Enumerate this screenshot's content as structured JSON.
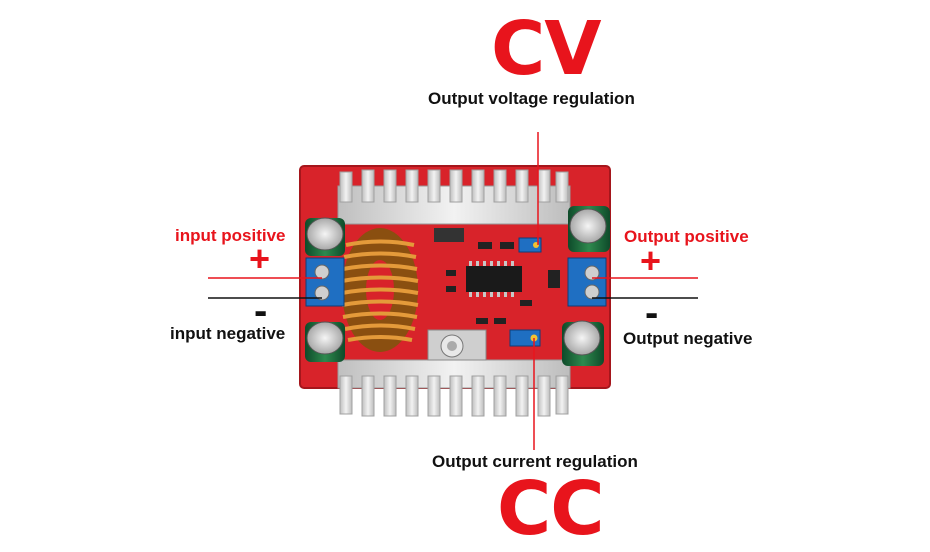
{
  "labels": {
    "cv": "CV",
    "cv_caption": "Output voltage regulation",
    "cc": "CC",
    "cc_caption": "Output current regulation",
    "input_positive": "input positive",
    "input_negative": "input negative",
    "output_positive": "Output positive",
    "output_negative": "Output negative",
    "plus_sign": "+",
    "minus_sign": "-"
  },
  "colors": {
    "accent_red": "#e8141c",
    "board_red": "#d8232a",
    "heatsink": "#d9d9d9",
    "terminal_blue": "#1f6fc2",
    "coil_copper": "#c9781e"
  }
}
